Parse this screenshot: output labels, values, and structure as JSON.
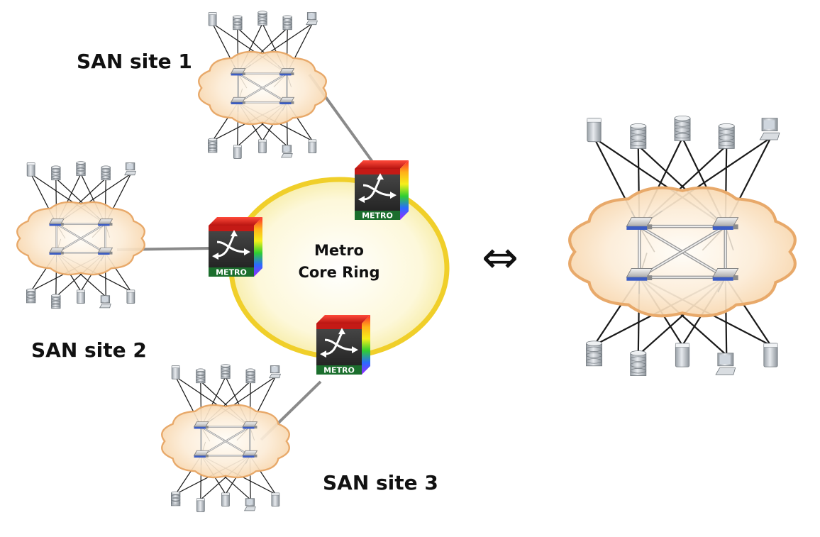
{
  "labels": {
    "site1": "SAN site 1",
    "site2": "SAN site 2",
    "site3": "SAN site 3",
    "ring_line1": "Metro",
    "ring_line2": "Core Ring",
    "metro_badge": "METRO",
    "equivalence": "⇔"
  },
  "icons": {
    "cloud": "san-fabric-cloud-icon",
    "switch": "fc-switch-icon",
    "server": "server-tower-icon",
    "storage": "disk-array-icon",
    "workstation": "workstation-icon",
    "router": "metro-router-icon",
    "ring": "metro-ring-icon"
  },
  "colors": {
    "cloud_fill": "#fbe3c4",
    "cloud_edge": "#e8a96a",
    "ring_fill": "#fbf6cf",
    "ring_edge": "#f2d12a",
    "router_top": "#d8231f",
    "router_body": "#2b2b2b",
    "router_badge": "#1b6e2d",
    "switch_port": "#3c5dc4"
  }
}
